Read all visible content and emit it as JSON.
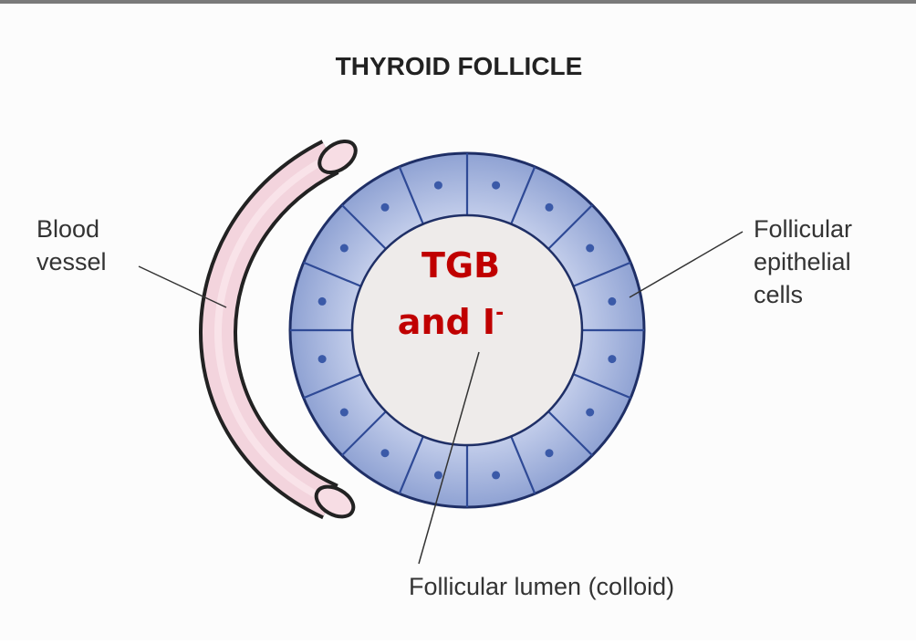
{
  "title": "THYROID FOLLICLE",
  "labels": {
    "blood_vessel": [
      "Blood",
      "vessel"
    ],
    "epithelial": [
      "Follicular",
      "epithelial",
      "cells"
    ],
    "lumen": "Follicular lumen (colloid)"
  },
  "lumen_content": {
    "line1": "TGB",
    "line2": "and I",
    "superscript": "-"
  },
  "colors": {
    "cell_fill": "#9fb0d9",
    "cell_edge": "#2f4a96",
    "nucleus": "#3b5aa8",
    "lumen_fill": "#eeebea",
    "vessel_fill": "#f3d4dd",
    "highlight_text": "#c00000"
  }
}
